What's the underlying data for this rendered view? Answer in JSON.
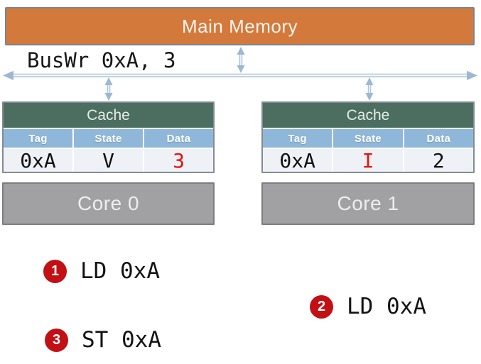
{
  "memory": {
    "label": "Main Memory"
  },
  "bus": {
    "label": "BusWr 0xA, 3"
  },
  "caches": [
    {
      "title": "Cache",
      "headers": [
        "Tag",
        "State",
        "Data"
      ],
      "cells": [
        {
          "text": "0xA",
          "color": "#111111"
        },
        {
          "text": "V",
          "color": "#111111"
        },
        {
          "text": "3",
          "color": "#e8130a"
        }
      ]
    },
    {
      "title": "Cache",
      "headers": [
        "Tag",
        "State",
        "Data"
      ],
      "cells": [
        {
          "text": "0xA",
          "color": "#111111"
        },
        {
          "text": "I",
          "color": "#e8130a"
        },
        {
          "text": "2",
          "color": "#111111"
        }
      ]
    }
  ],
  "cores": [
    {
      "label": "Core 0"
    },
    {
      "label": "Core 1"
    }
  ],
  "events": [
    {
      "num": "1",
      "label": "LD 0xA"
    },
    {
      "num": "2",
      "label": "LD 0xA"
    },
    {
      "num": "3",
      "label": "ST 0xA"
    }
  ],
  "colors": {
    "memory_fill": "#d4793c",
    "cache_header_fill": "#4c6e60",
    "table_header_fill": "#8fb7d9",
    "table_row_fill": "#eef2f7",
    "core_fill": "#a1a1a3",
    "bus_blue": "#a9c3dc",
    "badge_red": "#c21014",
    "alert_red": "#e8130a"
  }
}
